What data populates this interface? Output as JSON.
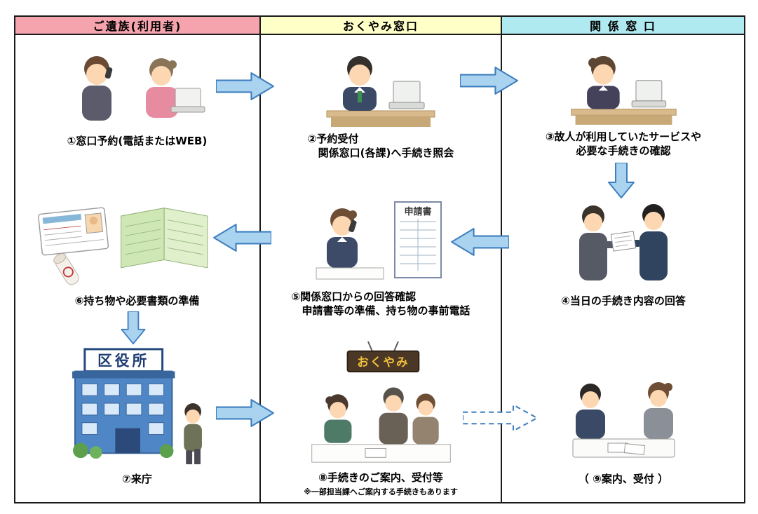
{
  "headers": [
    {
      "label": "ご遺族(利用者)",
      "bg": "#f5a3ad"
    },
    {
      "label": "おくやみ窓口",
      "bg": "#ffffc8"
    },
    {
      "label": "関 係 窓 口",
      "bg": "#aeeaf0"
    }
  ],
  "steps": {
    "s1": {
      "caption": "①窓口予約(電話またはWEB)"
    },
    "s2": {
      "line1": "②予約受付",
      "line2": "関係窓口(各課)へ手続き照会"
    },
    "s3": {
      "line1": "③故人が利用していたサービスや",
      "line2": "必要な手続きの確認"
    },
    "s4": {
      "caption": "④当日の手続き内容の回答"
    },
    "s5": {
      "line1": "⑤関係窓口からの回答確認",
      "line2": "申請書等の準備、持ち物の事前電話"
    },
    "s6": {
      "caption": "⑥持ち物や必要書類の準備"
    },
    "s7": {
      "caption": "⑦来庁"
    },
    "s8": {
      "caption": "⑧手続きのご案内、受付等",
      "note": "※一部担当課へご案内する手続きもあります"
    },
    "s9": {
      "caption": "（ ⑨案内、受付 ）"
    }
  },
  "illustrations": {
    "building_sign": "区役所",
    "okuyami_sign": "おくやみ",
    "form_title": "申請書"
  },
  "colors": {
    "arrow_fill": "#aad3f0",
    "arrow_stroke": "#3f7fbf",
    "lane_family_bg": "#f5a3ad",
    "lane_okuyami_bg": "#ffffc8",
    "lane_related_bg": "#aeeaf0"
  }
}
